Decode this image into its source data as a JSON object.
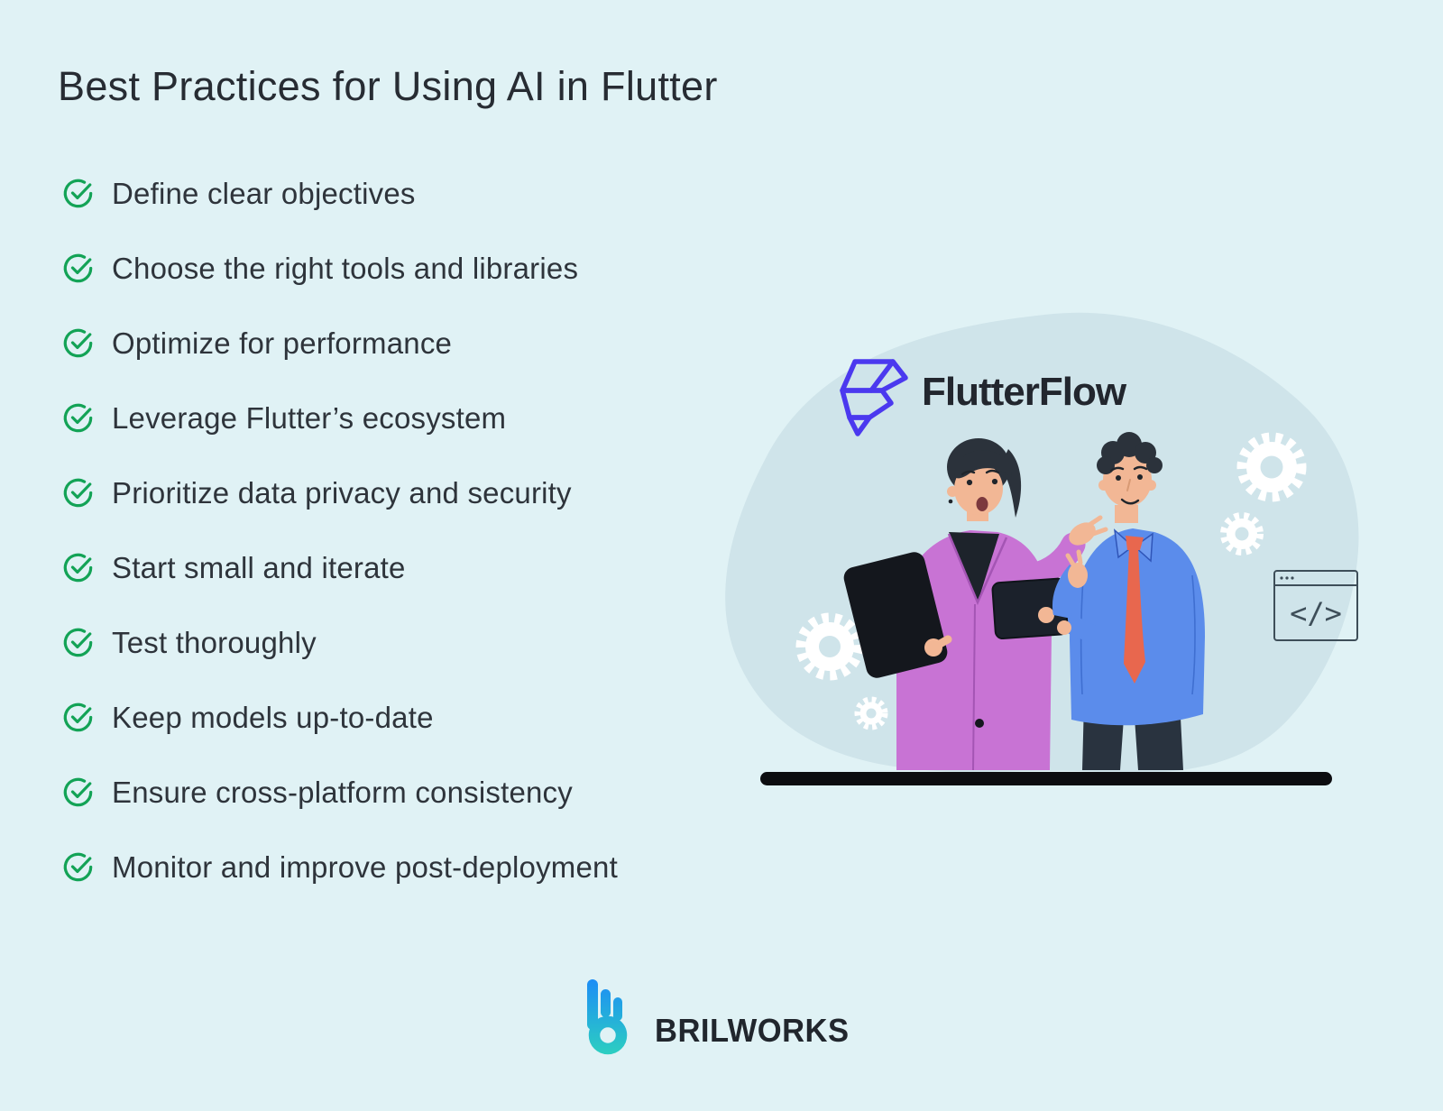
{
  "page": {
    "title": "Best Practices for Using AI in Flutter",
    "background_color": "#e0f2f5",
    "title_color": "#272c33"
  },
  "checklist": {
    "icon_name": "check-circle-icon",
    "icon_color": "#13a356",
    "text_color": "#2e343b",
    "items": [
      {
        "label": "Define clear objectives"
      },
      {
        "label": "Choose the right tools and libraries"
      },
      {
        "label": "Optimize for performance"
      },
      {
        "label": "Leverage Flutter’s ecosystem"
      },
      {
        "label": "Prioritize data privacy and security"
      },
      {
        "label": "Start small and iterate"
      },
      {
        "label": "Test thoroughly"
      },
      {
        "label": "Keep models up-to-date"
      },
      {
        "label": "Ensure cross-platform consistency"
      },
      {
        "label": "Monitor and improve post-deployment"
      }
    ]
  },
  "illustration": {
    "blob_color": "#cfe4ea",
    "gear_color": "#ffffff",
    "flutterflow": {
      "wordmark": "FlutterFlow",
      "icon_color": "#4b39ef",
      "wordmark_color": "#22262e"
    },
    "code_window": {
      "code_glyph": "</>",
      "outline_color": "#3e4e59"
    },
    "people": {
      "woman_coat_color": "#c873d4",
      "man_shirt_color": "#5b8ceb",
      "tie_color": "#e8674e",
      "skin_color": "#f2b795",
      "hair_color": "#2b323b"
    },
    "ground_bar_color": "#0c0d10"
  },
  "footer": {
    "brand": "BRILWORKS",
    "logo_gradient_top": "#1d8df6",
    "logo_gradient_bottom": "#2ccfc0",
    "text_color": "#21262d"
  }
}
